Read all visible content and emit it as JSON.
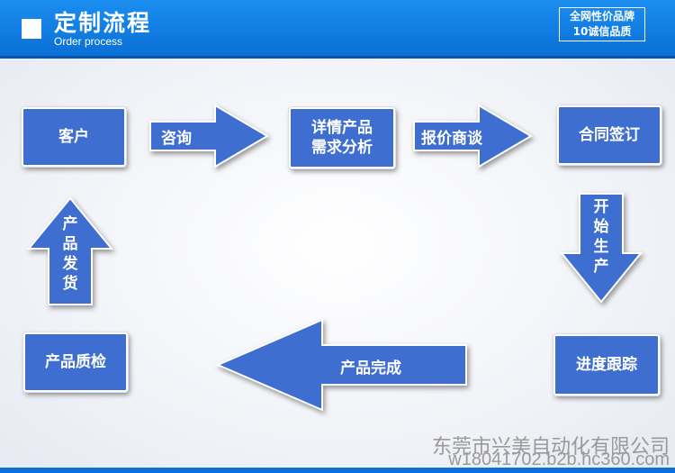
{
  "header": {
    "title": "定制流程",
    "subtitle": "Order process",
    "badge_line1": "全网性价品牌",
    "badge_line2": "10诚信品质"
  },
  "nodes": {
    "customer": "客户",
    "analysis_line1": "详情产品",
    "analysis_line2": "需求分析",
    "contract": "合同签订",
    "progress": "进度跟踪",
    "qc": "产品质检"
  },
  "arrows": {
    "consult": "咨询",
    "quote": "报价商谈",
    "start_production": "开始生产",
    "product_done": "产品完成",
    "ship": "产品发货"
  },
  "watermark": {
    "line1": "东莞市兴美自动化有限公司",
    "line2": "w18041702.b2b.hc360.com"
  },
  "colors": {
    "header": "#0a6fd6",
    "node": "#3f6ed1",
    "arrow": "#3f6ed1"
  }
}
